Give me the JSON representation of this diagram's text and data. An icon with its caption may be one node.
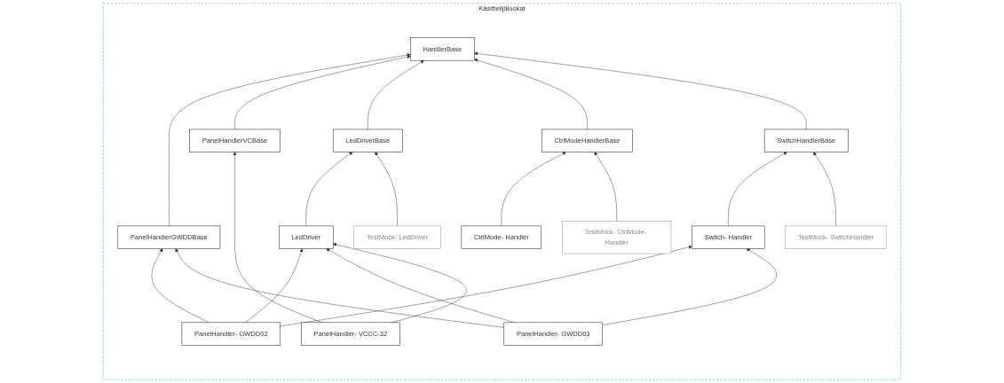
{
  "diagram": {
    "nodes": [
      {
        "text": [
          "Käsittelijäluokat"
        ]
      },
      {
        "text": [
          "HandlerBase"
        ],
        "in": 0
      },
      {
        "text": [
          "PanelHandlerGWDDBase"
        ],
        "in": 0
      },
      {
        "text": [
          "PanelHandlerVCBase"
        ],
        "in": 0
      },
      {
        "text": [
          "LedDriverBase"
        ],
        "in": 0
      },
      {
        "text": [
          "CtrlModeHandlerBase"
        ],
        "in": 0
      },
      {
        "text": [
          "SwitchHandlerBase"
        ],
        "in": 0
      },
      {
        "text": [
          "PanelHandler- GWDD02"
        ],
        "in": 0
      },
      {
        "text": [
          "PanelHandler- GWDD03"
        ],
        "in": 0
      },
      {
        "text": [
          "PanelHandler- VCCC-32"
        ],
        "in": 0
      },
      {
        "text": [
          "LedDriver"
        ],
        "in": 0
      },
      {
        "text": [
          "TestMock- LedDriver"
        ],
        "in": 0
      },
      {
        "text": [
          "CtrlMode- Handler"
        ],
        "in": 0
      },
      {
        "text": [
          "TestMock- CtrlMode- Handler"
        ],
        "in": 0
      },
      {
        "text": [
          "Switch- Handler"
        ],
        "in": 0
      },
      {
        "text": [
          "TestMock- SwitchHandler"
        ],
        "in": 0
      }
    ],
    "edges": [
      {
        "from": 2,
        "to": 1,
        "arrow": "to"
      },
      {
        "from": 3,
        "to": 1,
        "arrow": "to"
      },
      {
        "from": 4,
        "to": 1,
        "arrow": "to"
      },
      {
        "from": 5,
        "to": 1,
        "arrow": "to"
      },
      {
        "from": 6,
        "to": 1,
        "arrow": "to"
      },
      {
        "from": 7,
        "to": 2,
        "arrow": "to"
      },
      {
        "from": 8,
        "to": 2,
        "arrow": "to"
      },
      {
        "from": 9,
        "to": 3,
        "arrow": "to"
      },
      {
        "from": 10,
        "to": 4,
        "arrow": "to"
      },
      {
        "from": 11,
        "to": 4,
        "arrow": "to"
      },
      {
        "from": 12,
        "to": 5,
        "arrow": "to"
      },
      {
        "from": 13,
        "to": 5,
        "arrow": "to"
      },
      {
        "from": 14,
        "to": 6,
        "arrow": "to"
      },
      {
        "from": 15,
        "to": 6,
        "arrow": "to"
      },
      {
        "from": 7,
        "to": 14,
        "arrow": "to"
      },
      {
        "from": 7,
        "to": 10,
        "arrow": "to"
      },
      {
        "from": 8,
        "to": 14,
        "arrow": "to"
      },
      {
        "from": 8,
        "to": 10,
        "arrow": "to"
      },
      {
        "from": 9,
        "to": 10,
        "arrow": "to"
      }
    ]
  }
}
